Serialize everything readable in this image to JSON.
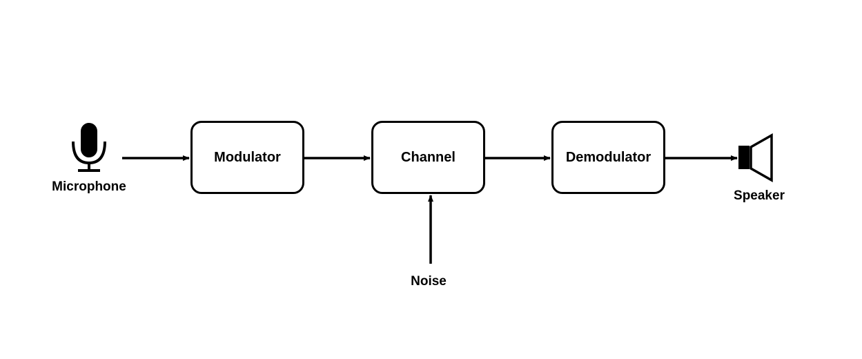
{
  "blocks": {
    "modulator": "Modulator",
    "channel": "Channel",
    "demodulator": "Demodulator"
  },
  "endpoints": {
    "source": "Microphone",
    "sink": "Speaker",
    "noise": "Noise"
  },
  "icons": {
    "source": "microphone-icon",
    "sink": "speaker-icon"
  },
  "colors": {
    "stroke": "#000000",
    "background": "#ffffff"
  }
}
